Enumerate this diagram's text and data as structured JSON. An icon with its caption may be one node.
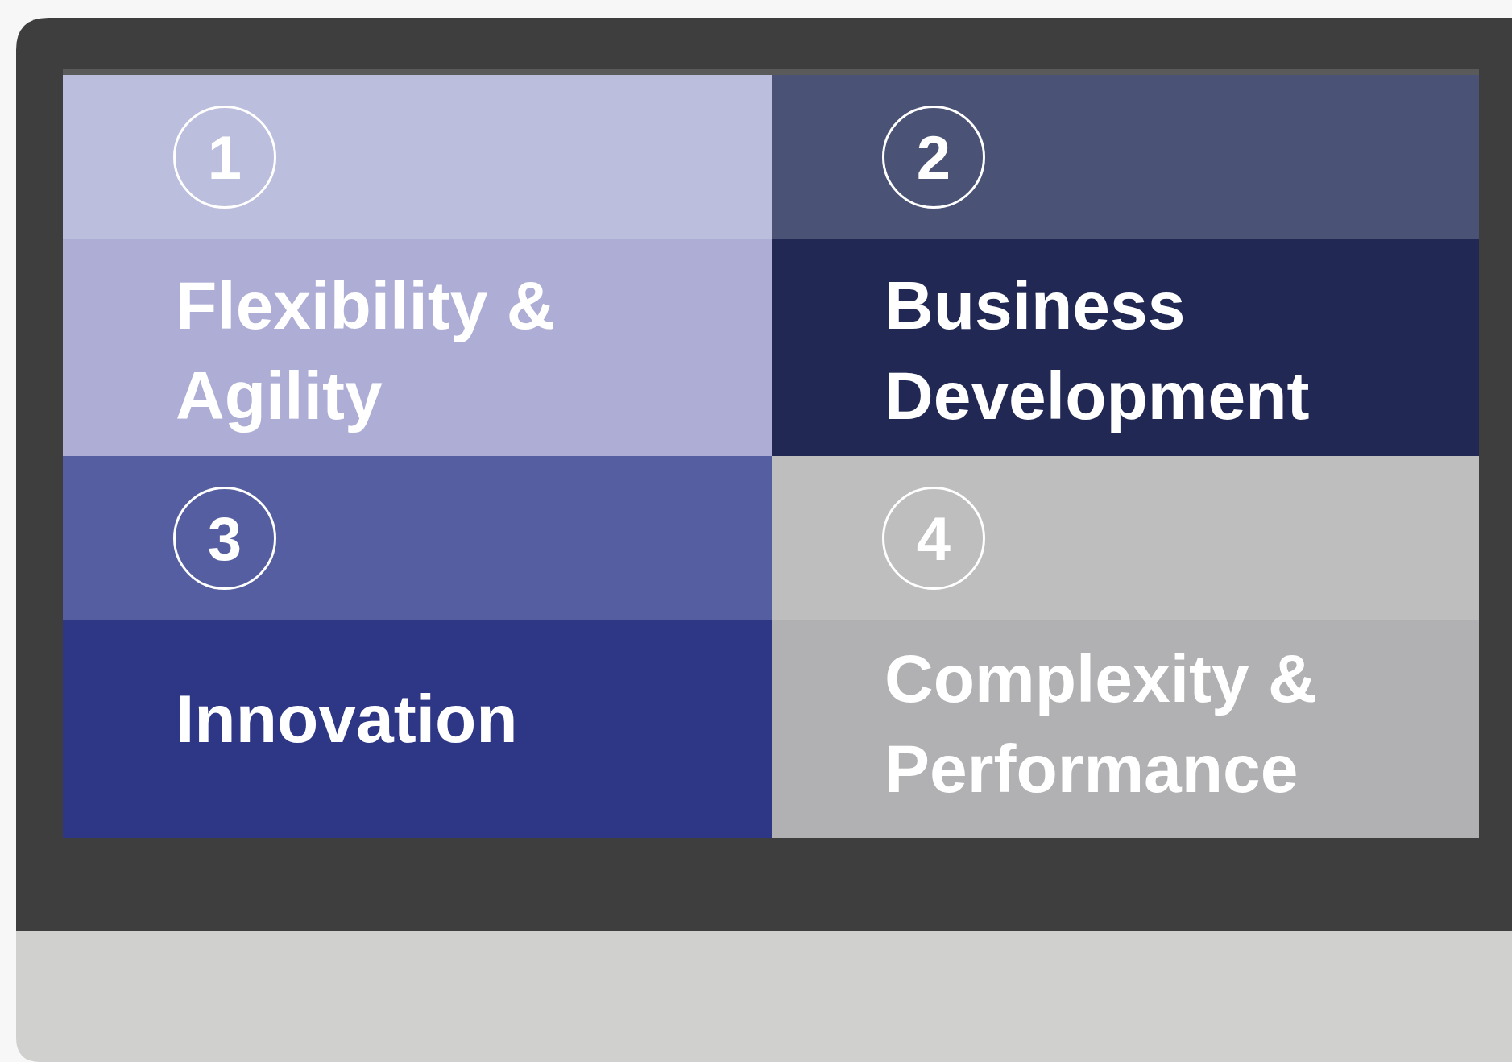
{
  "diagram": {
    "nodes": [
      {
        "text": [
          "Flexibility & Agility"
        ]
      },
      {
        "text": [
          "1"
        ],
        "in": 0
      },
      {
        "text": [
          "Business Development"
        ]
      },
      {
        "text": [
          "2"
        ],
        "in": 2
      },
      {
        "text": [
          "Innovation"
        ]
      },
      {
        "text": [
          "3"
        ],
        "in": 4
      },
      {
        "text": [
          "Complexity & Performance"
        ]
      },
      {
        "text": [
          "4"
        ],
        "in": 6
      }
    ]
  }
}
